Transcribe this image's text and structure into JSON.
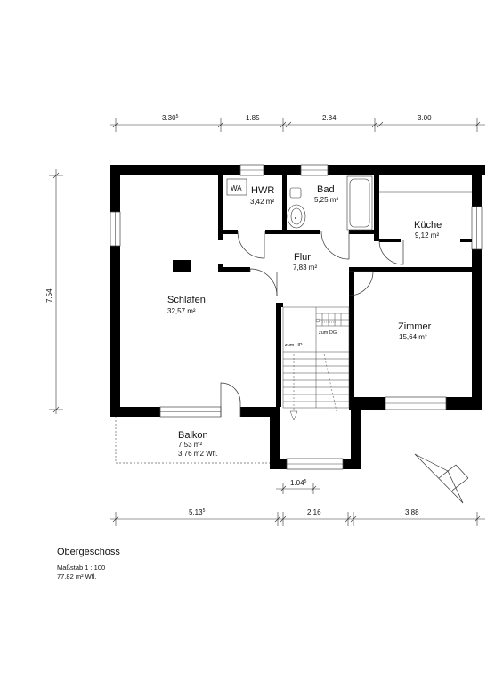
{
  "rooms": [
    {
      "id": "schlafen",
      "name": "Schlafen",
      "area": "32,57 m²"
    },
    {
      "id": "hwr",
      "name": "HWR",
      "area": "3,42 m²"
    },
    {
      "id": "bad",
      "name": "Bad",
      "area": "5,25 m²"
    },
    {
      "id": "kueche",
      "name": "Küche",
      "area": "9,12 m²"
    },
    {
      "id": "flur",
      "name": "Flur",
      "area": "7,83 m²"
    },
    {
      "id": "zimmer",
      "name": "Zimmer",
      "area": "15,64 m²"
    },
    {
      "id": "balkon",
      "name": "Balkon",
      "area": "7.53 m²",
      "area2": "3.76 m2  Wfl."
    }
  ],
  "labels": {
    "wa": "WA",
    "zum_dg": "zum DG",
    "zum_hp": "zum HP"
  },
  "dimensions": {
    "top": [
      "3.30",
      "1.85",
      "2.84",
      "3.00"
    ],
    "top_first_sup": "5",
    "left": "7.54",
    "bottom": [
      "5.13",
      "2.16",
      "3.88"
    ],
    "bottom_first_sup": "5",
    "stair_width": "1.04",
    "stair_width_sup": "5"
  },
  "legend": {
    "title": "Obergeschoss",
    "scale": "Maßstab 1 : 100",
    "area": "77.82 m²  Wfl."
  },
  "colors": {
    "wall": "#000000",
    "line": "#444444",
    "background": "#ffffff"
  }
}
